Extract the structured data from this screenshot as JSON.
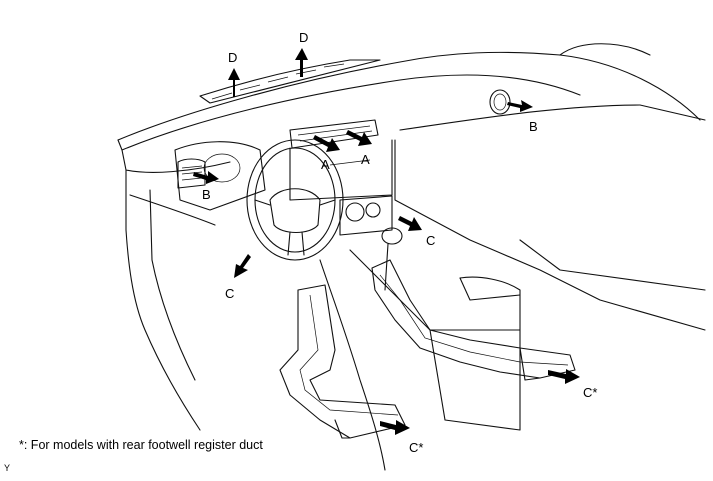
{
  "labels": {
    "d_left": "D",
    "d_right": "D",
    "b_right": "B",
    "b_left": "B",
    "a_left": "A",
    "a_right": "A",
    "c_center": "C",
    "c_left": "C",
    "c_star_right": "C*",
    "c_star_left": "C*"
  },
  "footnote": "*: For models with rear footwell register duct",
  "figure_code": "Y"
}
